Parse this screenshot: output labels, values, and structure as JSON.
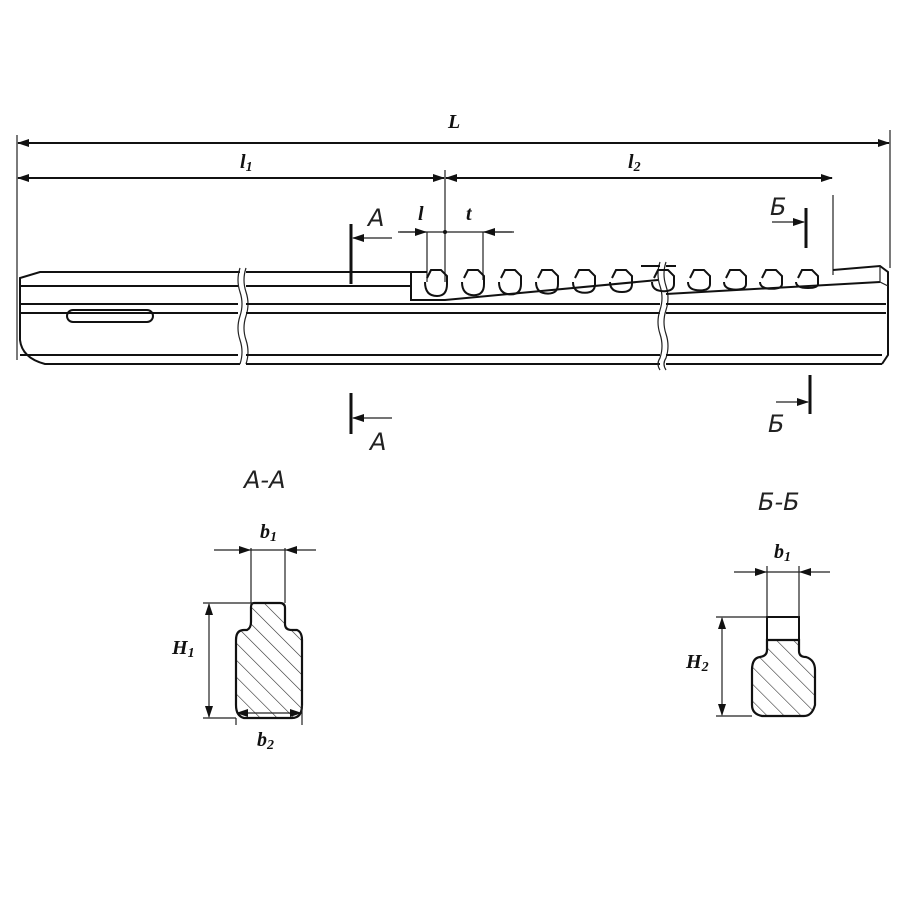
{
  "dimensions": {
    "L": "L",
    "l1": {
      "main": "l",
      "sub": "1"
    },
    "l2": {
      "main": "l",
      "sub": "2"
    },
    "l": "l",
    "t": "t"
  },
  "section_marks": {
    "a": "A",
    "b": "Б"
  },
  "section_aa": {
    "title": "A-A",
    "b1": {
      "main": "b",
      "sub": "1"
    },
    "H1": {
      "main": "H",
      "sub": "1"
    },
    "b2": {
      "main": "b",
      "sub": "2"
    }
  },
  "section_bb": {
    "title": "Б-Б",
    "b1": {
      "main": "b",
      "sub": "1"
    },
    "H2": {
      "main": "H",
      "sub": "2"
    }
  }
}
